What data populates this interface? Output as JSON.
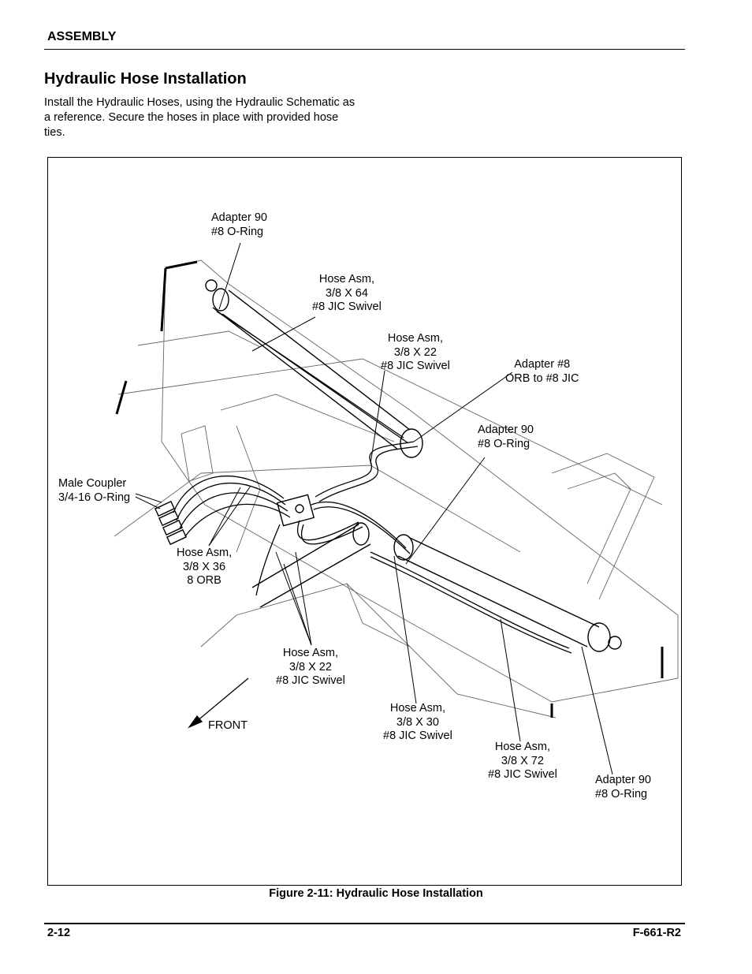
{
  "header": {
    "section": "ASSEMBLY"
  },
  "page_title": "Hydraulic Hose Installation",
  "intro_text": "Install the Hydraulic Hoses, using the Hydraulic Schematic as a reference. Secure the hoses in place with provided hose ties.",
  "figure": {
    "caption": "Figure 2-11:  Hydraulic Hose Installation",
    "callouts": {
      "adapter_90_top": "Adapter 90\n#8 O-Ring",
      "hose_64": "Hose Asm,\n3/8 X 64\n#8 JIC Swivel",
      "hose_22_top": "Hose Asm,\n3/8 X 22\n#8 JIC Swivel",
      "adapter_8_orb": "Adapter #8\nORB to #8 JIC",
      "adapter_90_mid": "Adapter 90\n#8 O-Ring",
      "male_coupler": "Male Coupler\n3/4-16 O-Ring",
      "hose_36": "Hose Asm,\n3/8 X 36\n8 ORB",
      "hose_22_bottom": "Hose Asm,\n3/8 X 22\n#8 JIC Swivel",
      "front": "FRONT",
      "hose_30": "Hose Asm,\n3/8 X 30\n#8 JIC Swivel",
      "hose_72": "Hose Asm,\n3/8 X 72\n#8 JIC Swivel",
      "adapter_90_bottom": "Adapter 90\n#8 O-Ring"
    }
  },
  "footer": {
    "page_number": "2-12",
    "doc_id": "F-661-R2"
  }
}
